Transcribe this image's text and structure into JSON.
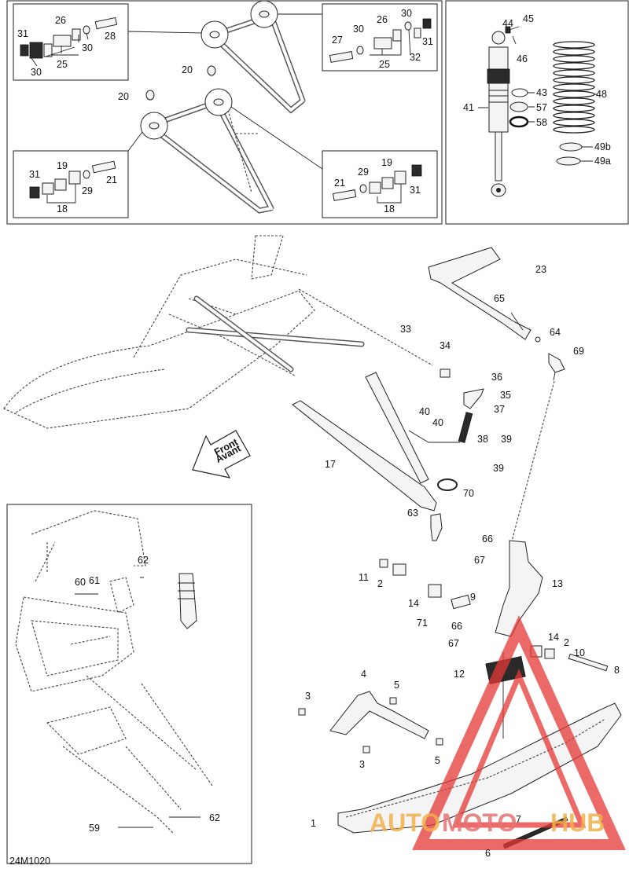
{
  "diagram": {
    "code": "24M1020",
    "direction_label_1": "Front",
    "direction_label_2": "Avant"
  },
  "callouts": [
    {
      "id": "c-26a",
      "text": "26"
    },
    {
      "id": "c-28",
      "text": "28"
    },
    {
      "id": "c-31a",
      "text": "31"
    },
    {
      "id": "c-30a",
      "text": "30"
    },
    {
      "id": "c-25a",
      "text": "25"
    },
    {
      "id": "c-30b",
      "text": "30"
    },
    {
      "id": "c-26b",
      "text": "26"
    },
    {
      "id": "c-30c",
      "text": "30"
    },
    {
      "id": "c-30d",
      "text": "30"
    },
    {
      "id": "c-27",
      "text": "27"
    },
    {
      "id": "c-31b",
      "text": "31"
    },
    {
      "id": "c-32",
      "text": "32"
    },
    {
      "id": "c-25b",
      "text": "25"
    },
    {
      "id": "c-20a",
      "text": "20"
    },
    {
      "id": "c-20b",
      "text": "20"
    },
    {
      "id": "c-19a",
      "text": "19"
    },
    {
      "id": "c-31c",
      "text": "31"
    },
    {
      "id": "c-29a",
      "text": "29"
    },
    {
      "id": "c-21a",
      "text": "21"
    },
    {
      "id": "c-18a",
      "text": "18"
    },
    {
      "id": "c-19b",
      "text": "19"
    },
    {
      "id": "c-29b",
      "text": "29"
    },
    {
      "id": "c-21b",
      "text": "21"
    },
    {
      "id": "c-31d",
      "text": "31"
    },
    {
      "id": "c-18b",
      "text": "18"
    },
    {
      "id": "c-44",
      "text": "44"
    },
    {
      "id": "c-45",
      "text": "45"
    },
    {
      "id": "c-46",
      "text": "46"
    },
    {
      "id": "c-48",
      "text": "48"
    },
    {
      "id": "c-43",
      "text": "43"
    },
    {
      "id": "c-41",
      "text": "41"
    },
    {
      "id": "c-57",
      "text": "57"
    },
    {
      "id": "c-58",
      "text": "58"
    },
    {
      "id": "c-49b",
      "text": "49b"
    },
    {
      "id": "c-49a",
      "text": "49a"
    },
    {
      "id": "c-23",
      "text": "23"
    },
    {
      "id": "c-65",
      "text": "65"
    },
    {
      "id": "c-64",
      "text": "64"
    },
    {
      "id": "c-69",
      "text": "69"
    },
    {
      "id": "c-33",
      "text": "33"
    },
    {
      "id": "c-34",
      "text": "34"
    },
    {
      "id": "c-36",
      "text": "36"
    },
    {
      "id": "c-35",
      "text": "35"
    },
    {
      "id": "c-37",
      "text": "37"
    },
    {
      "id": "c-40a",
      "text": "40"
    },
    {
      "id": "c-40b",
      "text": "40"
    },
    {
      "id": "c-38",
      "text": "38"
    },
    {
      "id": "c-39a",
      "text": "39"
    },
    {
      "id": "c-39b",
      "text": "39"
    },
    {
      "id": "c-17",
      "text": "17"
    },
    {
      "id": "c-70",
      "text": "70"
    },
    {
      "id": "c-63",
      "text": "63"
    },
    {
      "id": "c-66a",
      "text": "66"
    },
    {
      "id": "c-67a",
      "text": "67"
    },
    {
      "id": "c-13",
      "text": "13"
    },
    {
      "id": "c-11",
      "text": "11"
    },
    {
      "id": "c-2a",
      "text": "2"
    },
    {
      "id": "c-9",
      "text": "9"
    },
    {
      "id": "c-14a",
      "text": "14"
    },
    {
      "id": "c-71",
      "text": "71"
    },
    {
      "id": "c-66b",
      "text": "66"
    },
    {
      "id": "c-67b",
      "text": "67"
    },
    {
      "id": "c-14b",
      "text": "14"
    },
    {
      "id": "c-2b",
      "text": "2"
    },
    {
      "id": "c-10",
      "text": "10"
    },
    {
      "id": "c-8",
      "text": "8"
    },
    {
      "id": "c-12",
      "text": "12"
    },
    {
      "id": "c-4",
      "text": "4"
    },
    {
      "id": "c-5a",
      "text": "5"
    },
    {
      "id": "c-3a",
      "text": "3"
    },
    {
      "id": "c-5b",
      "text": "5"
    },
    {
      "id": "c-3b",
      "text": "3"
    },
    {
      "id": "c-1",
      "text": "1"
    },
    {
      "id": "c-7",
      "text": "7"
    },
    {
      "id": "c-6",
      "text": "6"
    },
    {
      "id": "c-62a",
      "text": "62"
    },
    {
      "id": "c-60",
      "text": "60"
    },
    {
      "id": "c-61",
      "text": "61"
    },
    {
      "id": "c-59",
      "text": "59"
    },
    {
      "id": "c-62b",
      "text": "62"
    }
  ],
  "watermark": {
    "part1": "AUTO",
    "part2": "MOTO",
    "part3": "HUB",
    "color_red": "#e53935",
    "color_orange": "#f2b04a"
  }
}
